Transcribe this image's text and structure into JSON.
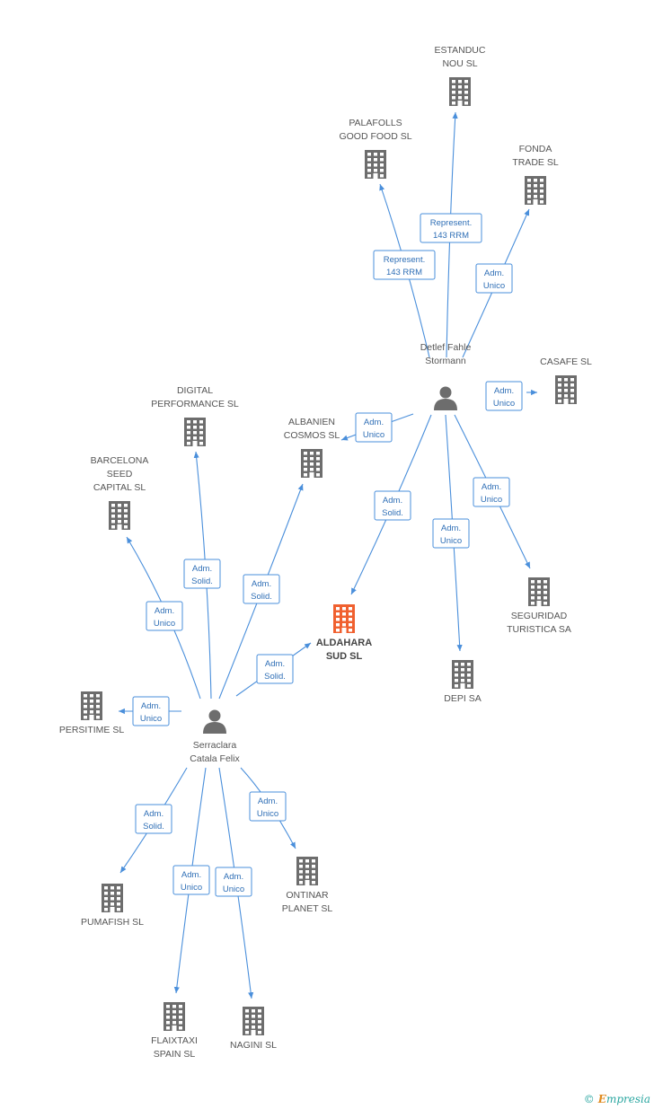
{
  "nodes": [
    {
      "id": "estanduc",
      "type": "company",
      "label": [
        "ESTANDUC",
        "NOU  SL"
      ]
    },
    {
      "id": "palafolls",
      "type": "company",
      "label": [
        "PALAFOLLS",
        "GOOD FOOD  SL"
      ]
    },
    {
      "id": "fonda",
      "type": "company",
      "label": [
        "FONDA",
        "TRADE SL"
      ]
    },
    {
      "id": "detlef",
      "type": "person",
      "label": [
        "Detlef Fahle",
        "Stormann"
      ]
    },
    {
      "id": "casafe",
      "type": "company",
      "label": [
        "CASAFE  SL"
      ]
    },
    {
      "id": "digital",
      "type": "company",
      "label": [
        "DIGITAL",
        "PERFORMANCE SL"
      ]
    },
    {
      "id": "albanien",
      "type": "company",
      "label": [
        "ALBANIEN",
        "COSMOS SL"
      ]
    },
    {
      "id": "barcelona",
      "type": "company",
      "label": [
        "BARCELONA",
        "SEED",
        "CAPITAL SL"
      ]
    },
    {
      "id": "aldahara",
      "type": "company",
      "main": true,
      "label": [
        "ALDAHARA",
        "SUD SL"
      ]
    },
    {
      "id": "seguridad",
      "type": "company",
      "label": [
        "SEGURIDAD",
        "TURISTICA SA"
      ]
    },
    {
      "id": "depi",
      "type": "company",
      "label": [
        "DEPI SA"
      ]
    },
    {
      "id": "persitime",
      "type": "company",
      "label": [
        "PERSITIME SL"
      ]
    },
    {
      "id": "serraclara",
      "type": "person",
      "label": [
        "Serraclara",
        "Catala Felix"
      ]
    },
    {
      "id": "pumafish",
      "type": "company",
      "label": [
        "PUMAFISH SL"
      ]
    },
    {
      "id": "ontinar",
      "type": "company",
      "label": [
        "ONTINAR",
        "PLANET SL"
      ]
    },
    {
      "id": "flaixtaxi",
      "type": "company",
      "label": [
        "FLAIXTAXI",
        "SPAIN SL"
      ]
    },
    {
      "id": "nagini",
      "type": "company",
      "label": [
        "NAGINI SL"
      ]
    }
  ],
  "edges": [
    {
      "from": "detlef",
      "to": "estanduc",
      "label": [
        "Represent.",
        "143 RRM"
      ]
    },
    {
      "from": "detlef",
      "to": "palafolls",
      "label": [
        "Represent.",
        "143 RRM"
      ]
    },
    {
      "from": "detlef",
      "to": "fonda",
      "label": [
        "Adm.",
        "Unico"
      ]
    },
    {
      "from": "detlef",
      "to": "casafe",
      "label": [
        "Adm.",
        "Unico"
      ]
    },
    {
      "from": "detlef",
      "to": "albanien",
      "label": [
        "Adm.",
        "Unico"
      ]
    },
    {
      "from": "detlef",
      "to": "aldahara",
      "label": [
        "Adm.",
        "Solid."
      ]
    },
    {
      "from": "detlef",
      "to": "depi",
      "label": [
        "Adm.",
        "Unico"
      ]
    },
    {
      "from": "detlef",
      "to": "seguridad",
      "label": [
        "Adm.",
        "Unico"
      ]
    },
    {
      "from": "serraclara",
      "to": "barcelona",
      "label": [
        "Adm.",
        "Unico"
      ]
    },
    {
      "from": "serraclara",
      "to": "digital",
      "label": [
        "Adm.",
        "Solid."
      ]
    },
    {
      "from": "serraclara",
      "to": "albanien",
      "label": [
        "Adm.",
        "Solid."
      ]
    },
    {
      "from": "serraclara",
      "to": "aldahara",
      "label": [
        "Adm.",
        "Solid."
      ]
    },
    {
      "from": "serraclara",
      "to": "persitime",
      "label": [
        "Adm.",
        "Unico"
      ]
    },
    {
      "from": "serraclara",
      "to": "pumafish",
      "label": [
        "Adm.",
        "Solid."
      ]
    },
    {
      "from": "serraclara",
      "to": "ontinar",
      "label": [
        "Adm.",
        "Unico"
      ]
    },
    {
      "from": "serraclara",
      "to": "flaixtaxi",
      "label": [
        "Adm.",
        "Unico"
      ]
    },
    {
      "from": "serraclara",
      "to": "nagini",
      "label": [
        "Adm.",
        "Unico"
      ]
    }
  ],
  "colors": {
    "edge": "#4a8fdb",
    "company": "#6d6d6d",
    "main_company": "#f0602f",
    "person": "#6d6d6d"
  },
  "footer": {
    "copyright": "©",
    "brand_initial": "E",
    "brand_rest": "mpresia"
  }
}
